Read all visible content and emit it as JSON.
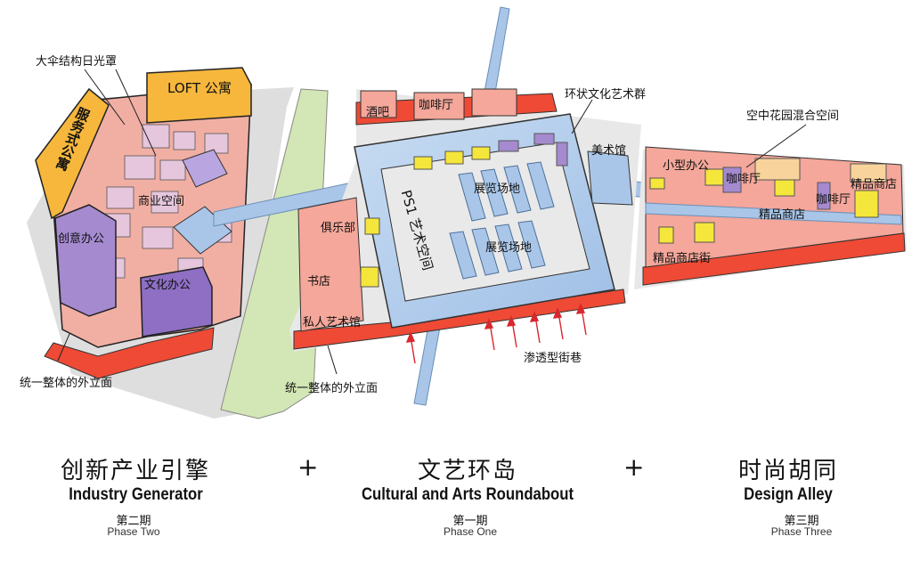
{
  "labels": {
    "umbrella_canopy": "大伞结构日光罩",
    "loft": "LOFT 公寓",
    "serviced_apartment": "服务式公寓",
    "commercial_space": "商业空间",
    "creative_office": "创意办公",
    "cultural_office": "文化办公",
    "facade_left": "统一整体的外立面",
    "bar": "酒吧",
    "cafe_1": "咖啡厅",
    "ring_cluster": "环状文化艺术群",
    "museum": "美术馆",
    "club": "俱乐部",
    "bookstore": "书店",
    "private_gallery": "私人艺术馆",
    "ps1": "PS1 艺术空间",
    "exhibition_1": "展览场地",
    "exhibition_2": "展览场地",
    "permeable_alley": "渗透型街巷",
    "facade_mid": "统一整体的外立面",
    "sky_garden": "空中花园混合空间",
    "small_office": "小型办公",
    "cafe_2": "咖啡厅",
    "cafe_3": "咖啡厅",
    "boutique_1": "精品商店",
    "boutique_2": "精品商店",
    "boutique_street": "精品商店街"
  },
  "phases": [
    {
      "cn": "创新产业引擎",
      "en": "Industry Generator",
      "phase_cn": "第二期",
      "phase_en": "Phase Two"
    },
    {
      "cn": "文艺环岛",
      "en": "Cultural and Arts Roundabout",
      "phase_cn": "第一期",
      "phase_en": "Phase One"
    },
    {
      "cn": "时尚胡同",
      "en": "Design Alley",
      "phase_cn": "第三期",
      "phase_en": "Phase Three"
    }
  ],
  "plus_sign": "+",
  "colors": {
    "salmon": "#f4a79a",
    "red": "#ee4a35",
    "blue": "#a9c6e8",
    "purple": "#a58ad0",
    "yellow": "#f5e63b",
    "orange": "#f6b73c",
    "green": "#d3e6b5",
    "grey": "#dedede"
  }
}
